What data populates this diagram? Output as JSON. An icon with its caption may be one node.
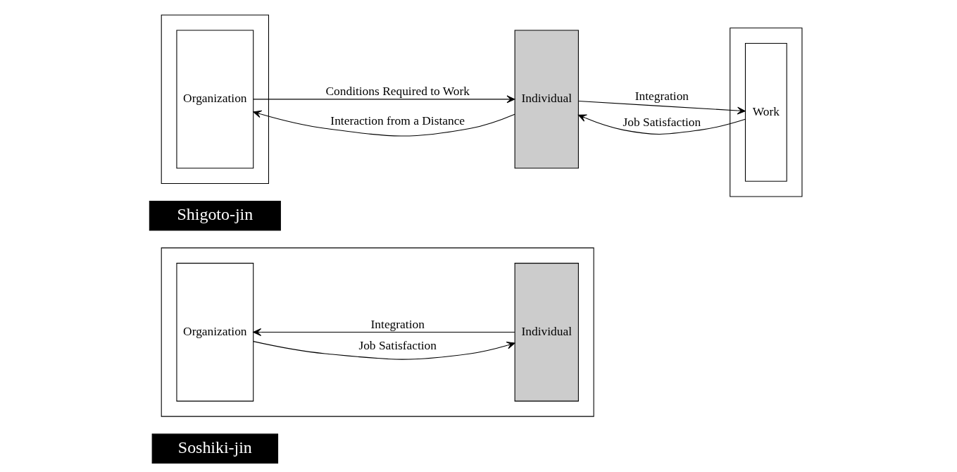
{
  "diagram": {
    "nodes": [
      {
        "text": [
          "Soshiki-jin"
        ]
      },
      {
        "text": [],
        "shape": "box"
      },
      {
        "text": [
          "Organization"
        ],
        "in": 1
      },
      {
        "text": [
          "Individual"
        ],
        "in": 1
      },
      {
        "text": [
          "Shigoto-jin"
        ]
      },
      {
        "text": [],
        "shape": "box"
      },
      {
        "text": [
          "Organization"
        ],
        "in": 5
      },
      {
        "text": [
          "Individual"
        ]
      },
      {
        "text": [],
        "shape": "box"
      },
      {
        "text": [
          "Work"
        ],
        "in": 8
      }
    ],
    "edges": [
      {
        "from": 3,
        "to": 2,
        "arrow": "to",
        "label": "Integration"
      },
      {
        "from": 2,
        "to": 3,
        "arrow": "to",
        "label": "Job Satisfaction"
      },
      {
        "from": 7,
        "to": 6,
        "arrow": "to",
        "label": "Interaction from a Distance"
      },
      {
        "from": 6,
        "to": 7,
        "arrow": "to",
        "label": "Conditions Required to Work"
      },
      {
        "from": 7,
        "to": 9,
        "arrow": "to",
        "label": "Integration"
      },
      {
        "from": 9,
        "to": 7,
        "arrow": "to",
        "label": "Job Satisfaction"
      }
    ]
  }
}
